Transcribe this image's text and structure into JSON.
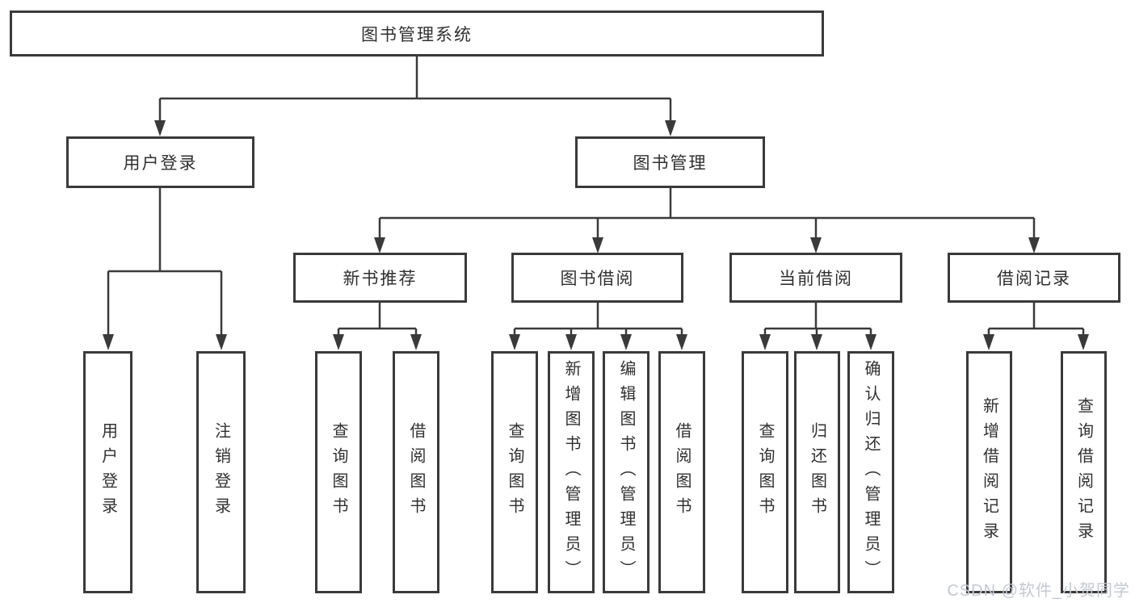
{
  "diagram_title": "图书管理系统",
  "tree": {
    "label": "图书管理系统",
    "children": [
      {
        "label": "用户登录",
        "children": [
          {
            "label": "用户登录"
          },
          {
            "label": "注销登录"
          }
        ]
      },
      {
        "label": "图书管理",
        "children": [
          {
            "label": "新书推荐",
            "children": [
              {
                "label": "查询图书"
              },
              {
                "label": "借阅图书"
              }
            ]
          },
          {
            "label": "图书借阅",
            "children": [
              {
                "label": "查询图书"
              },
              {
                "label": "新增图书（管理员）"
              },
              {
                "label": "编辑图书（管理员）"
              },
              {
                "label": "借阅图书"
              }
            ]
          },
          {
            "label": "当前借阅",
            "children": [
              {
                "label": "查询图书"
              },
              {
                "label": "归还图书"
              },
              {
                "label": "确认归还（管理员）"
              }
            ]
          },
          {
            "label": "借阅记录",
            "children": [
              {
                "label": "新增借阅记录"
              },
              {
                "label": "查询借阅记录"
              }
            ]
          }
        ]
      }
    ]
  },
  "watermark": {
    "text": "CSDN @软件_小贺同学"
  },
  "colors": {
    "line": "#3a3a3a",
    "box_border": "#3a3a3a",
    "text": "#303030",
    "background": "#ffffff",
    "watermark": "#c3c8d2"
  }
}
